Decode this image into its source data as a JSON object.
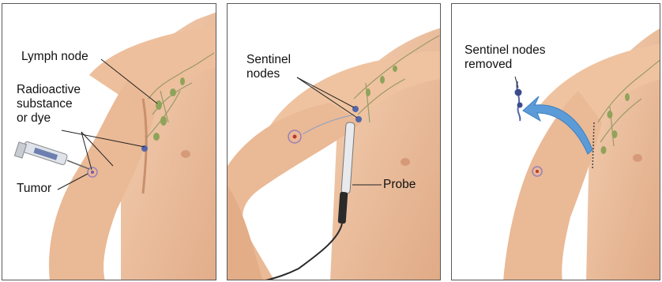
{
  "panels": [
    {
      "labels": {
        "lymph_node": "Lymph node",
        "radioactive_line1": "Radioactive",
        "radioactive_line2": "substance",
        "radioactive_line3": "or dye",
        "tumor": "Tumor"
      }
    },
    {
      "labels": {
        "sentinel_line1": "Sentinel",
        "sentinel_line2": "nodes",
        "probe": "Probe"
      }
    },
    {
      "labels": {
        "removed_line1": "Sentinel nodes",
        "removed_line2": "removed"
      }
    }
  ],
  "colors": {
    "skin": "#f0c6a4",
    "skin_shadow": "#d9a583",
    "lymph_vessel": "#9a9a6a",
    "node_green": "#8fa35a",
    "dye_blue": "#5566a8",
    "arrow_blue": "#5b9bd8",
    "frame": "#5a5a5a"
  }
}
